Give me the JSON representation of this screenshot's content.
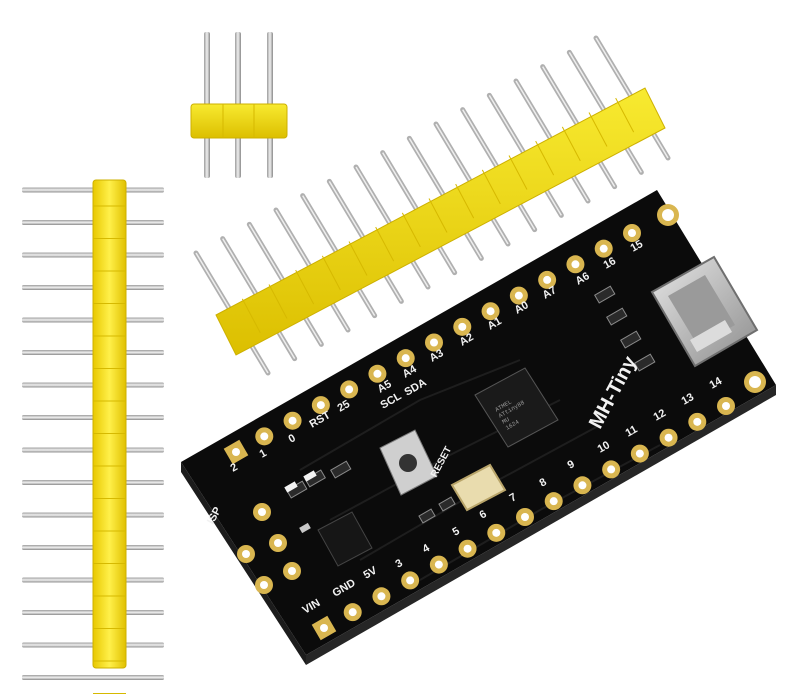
{
  "board": {
    "name": "MH-Tiny",
    "chip_marking": [
      "ATMEL",
      "ATtiny88",
      "MU",
      "1624"
    ],
    "labels": {
      "isp": "ISP",
      "reset": "RESET",
      "scl": "SCL",
      "sda": "SDA",
      "vin": "VIN",
      "gnd": "GND",
      "v5": "5V",
      "rst": "RST",
      "p25": "25"
    },
    "top_row_labels": [
      "2",
      "1",
      "0",
      "A5",
      "A4",
      "A3",
      "A2",
      "A1",
      "A0",
      "A7",
      "A6",
      "16",
      "15"
    ],
    "bottom_row_labels": [
      "3",
      "4",
      "5",
      "6",
      "7",
      "8",
      "9",
      "10",
      "11",
      "12",
      "13",
      "14"
    ]
  },
  "colors": {
    "pcb": "#0b0b0b",
    "gold_pad": "#d9b650",
    "header_plastic": "#f4e11e",
    "pin_metal": "#c8c8c8",
    "usb_metal": "#bdbdbd"
  },
  "icons": [
    "pin-header-16",
    "pin-header-3",
    "micro-usb-connector",
    "reset-button",
    "crystal"
  ]
}
